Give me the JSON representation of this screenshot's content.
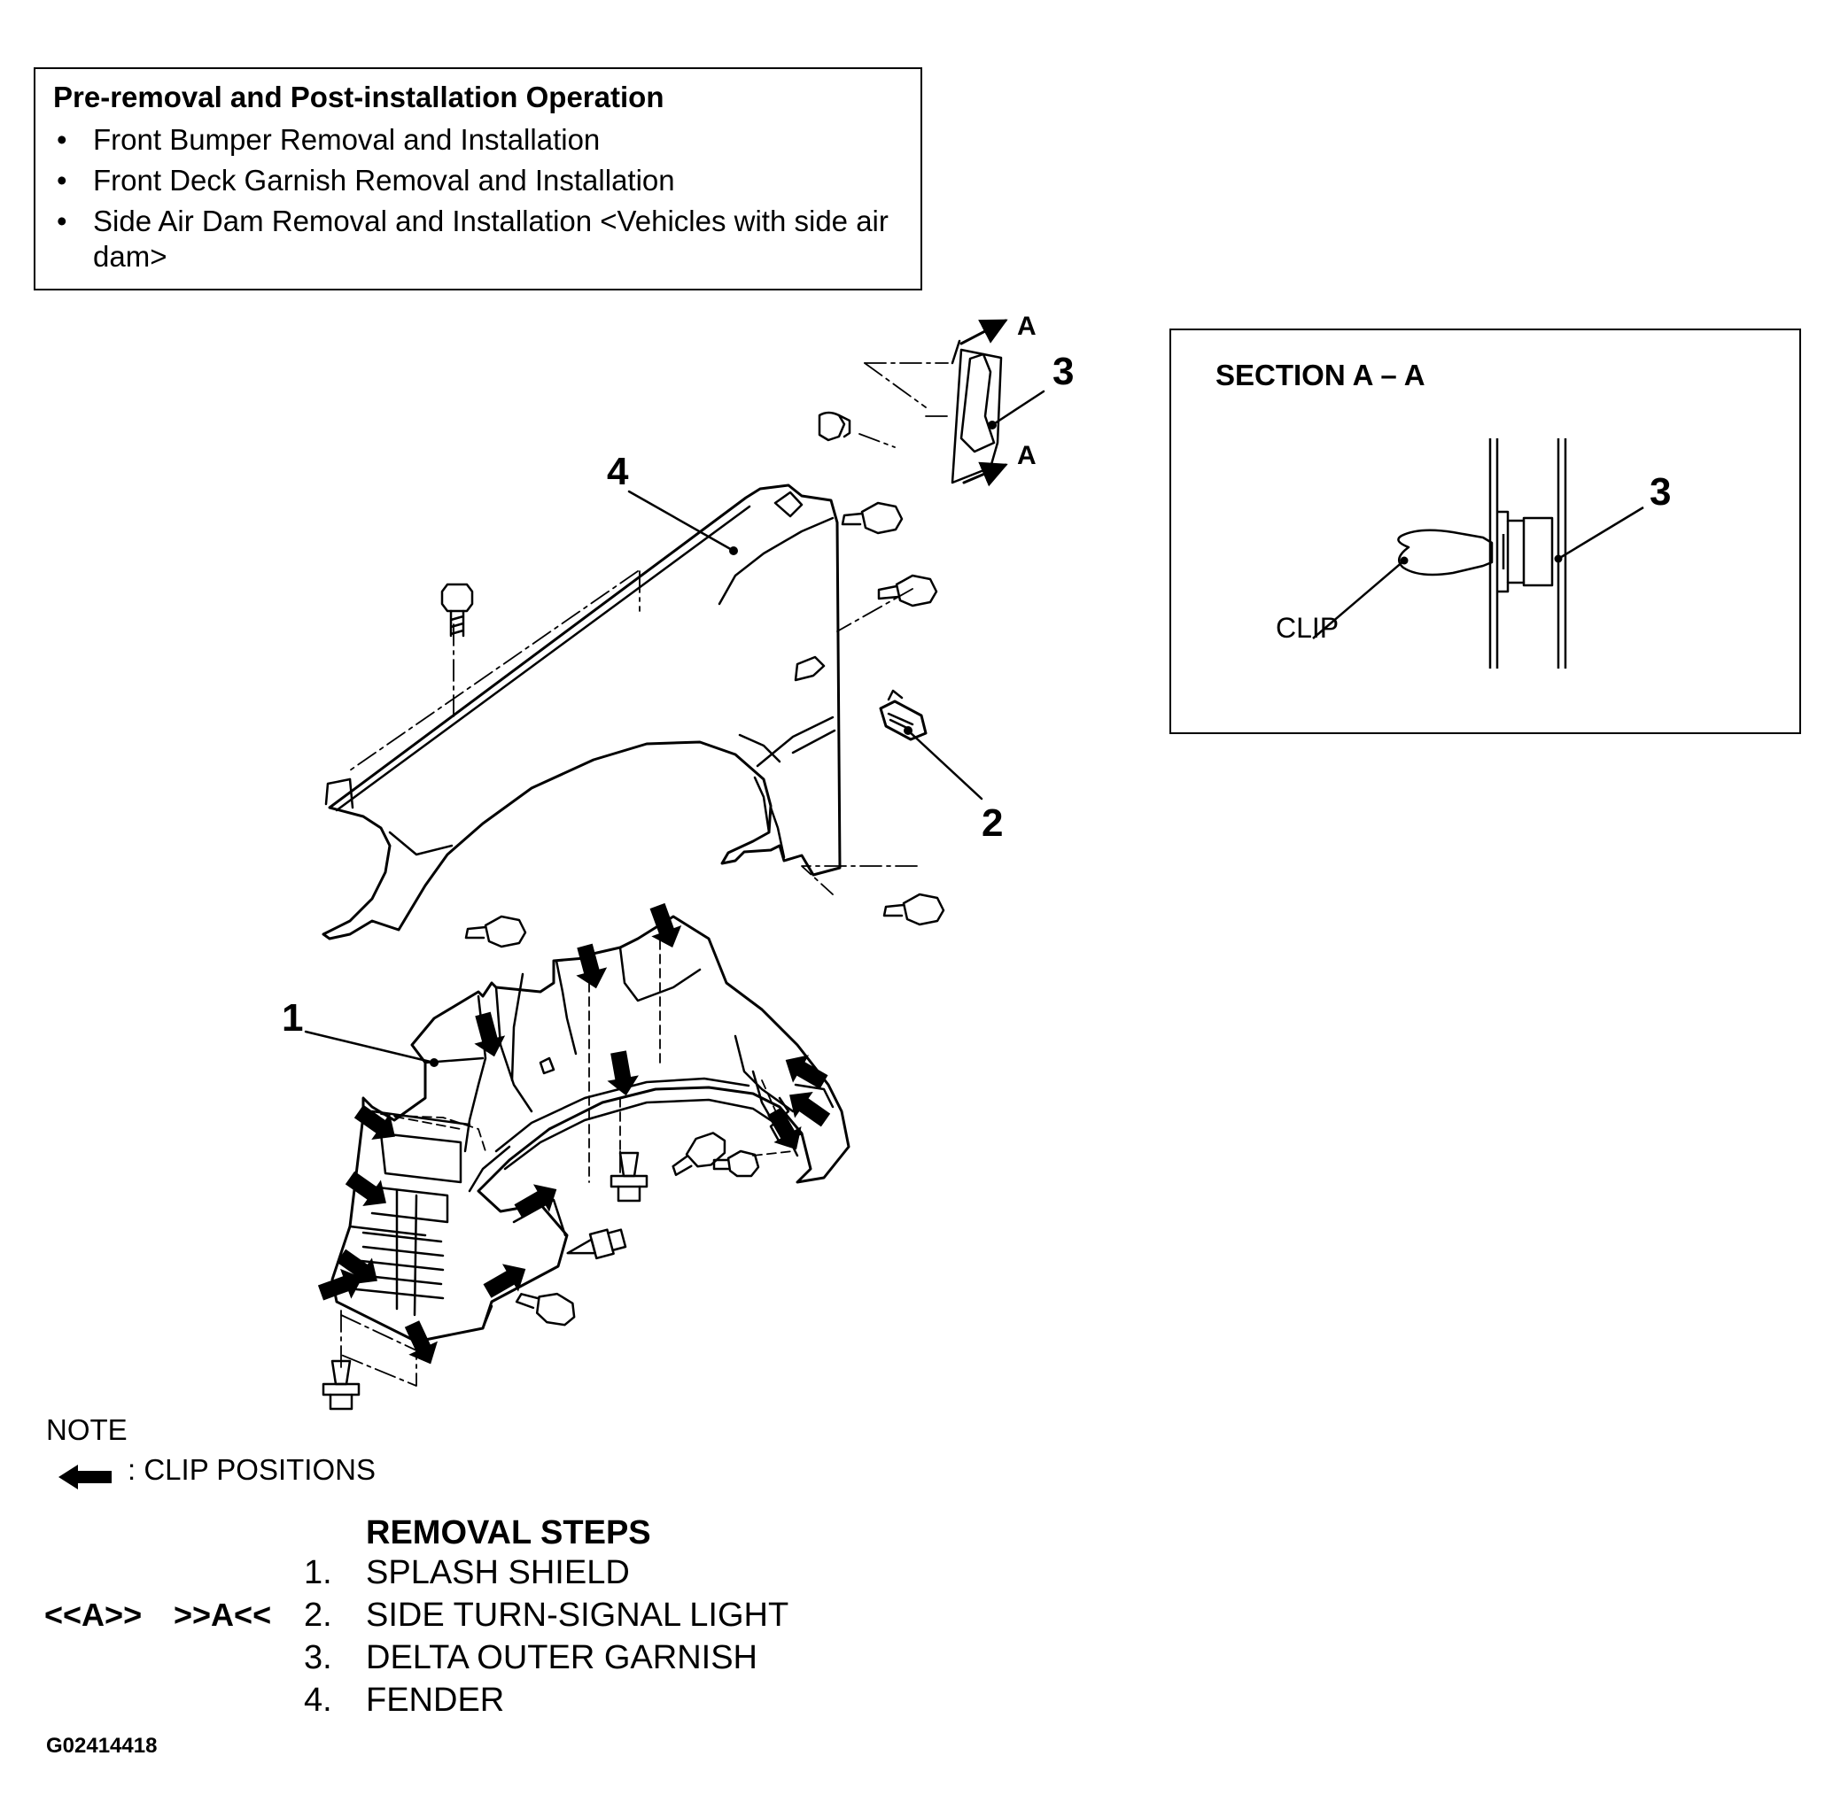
{
  "pre_operation": {
    "title": "Pre-removal and Post-installation Operation",
    "items": [
      "Front Bumper Removal and Installation",
      "Front Deck Garnish Removal and Installation",
      "Side Air Dam Removal and Installation <Vehicles with side air dam>"
    ]
  },
  "diagram": {
    "part_numbers": [
      "1",
      "2",
      "3",
      "4"
    ],
    "section_marker": "A"
  },
  "section": {
    "title": "SECTION A – A",
    "part_number": "3",
    "clip_label": "CLIP"
  },
  "note": {
    "title": "NOTE",
    "legend_text": ": CLIP POSITIONS"
  },
  "removal": {
    "title": "REMOVAL STEPS",
    "steps": [
      {
        "num": "1.",
        "text": "SPLASH SHIELD"
      },
      {
        "num": "2.",
        "text": "SIDE TURN-SIGNAL LIGHT"
      },
      {
        "num": "3.",
        "text": "DELTA OUTER GARNISH"
      },
      {
        "num": "4.",
        "text": "FENDER"
      }
    ],
    "markers": [
      "<<A>>",
      ">>A<<"
    ]
  },
  "figure_code": "G02414418"
}
